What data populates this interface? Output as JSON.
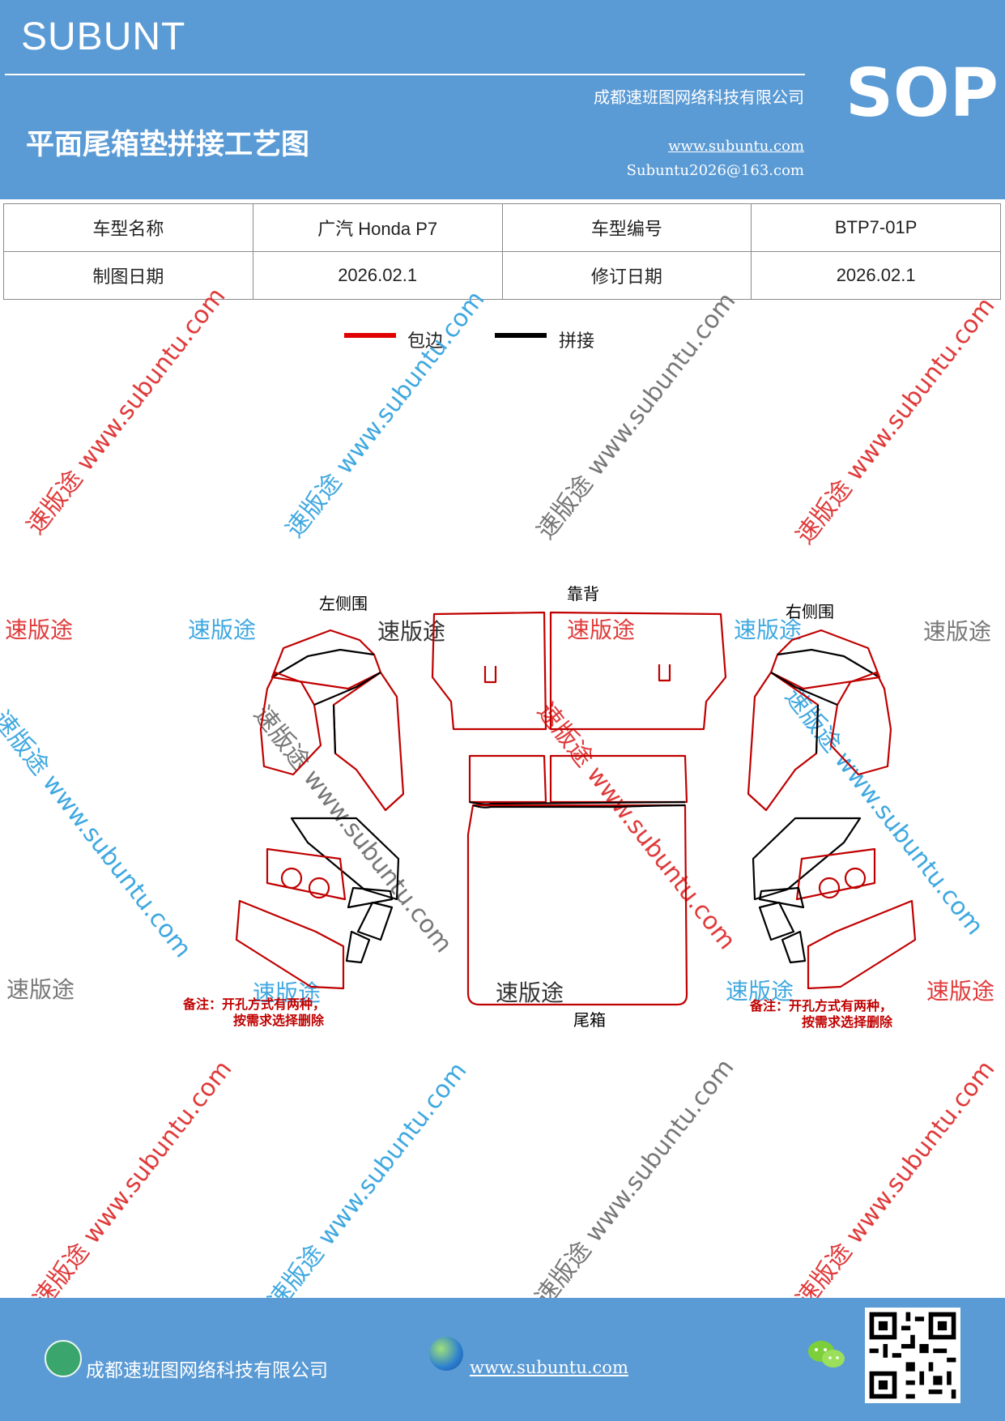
{
  "header": {
    "brand": "SUBUNT",
    "sop": "SOP",
    "title": "平面尾箱垫拼接工艺图",
    "company": "成都速班图网络科技有限公司",
    "url": "www.subuntu.com",
    "email": "Subuntu2026@163.com"
  },
  "info": {
    "row1": [
      "车型名称",
      "广汽 Honda  P7",
      "车型编号",
      "BTP7-01P"
    ],
    "row2": [
      "制图日期",
      "2026.02.1",
      "修订日期",
      "2026.02.1"
    ]
  },
  "legend": {
    "items": [
      {
        "label": "包边",
        "color": "#e00000"
      },
      {
        "label": "拼接",
        "color": "#000000"
      }
    ]
  },
  "diagram": {
    "labels": {
      "left_side": "左侧围",
      "back": "靠背",
      "right_side": "右侧围",
      "trunk": "尾箱"
    },
    "note_left_1": "备注：开孔方式有两种，",
    "note_left_2": "按需求选择删除",
    "note_right_1": "备注：开孔方式有两种，",
    "note_right_2": "按需求选择删除",
    "colors": {
      "edge": "#c00000",
      "seam": "#000000"
    }
  },
  "watermark": {
    "diag": "速版途 www.subuntu.com",
    "brand": "速版途"
  },
  "footer": {
    "company": "成都速班图网络科技有限公司",
    "url": "www.subuntu.com",
    "icons": [
      "home-icon",
      "globe-icon",
      "wechat-icon",
      "qr-code"
    ]
  }
}
